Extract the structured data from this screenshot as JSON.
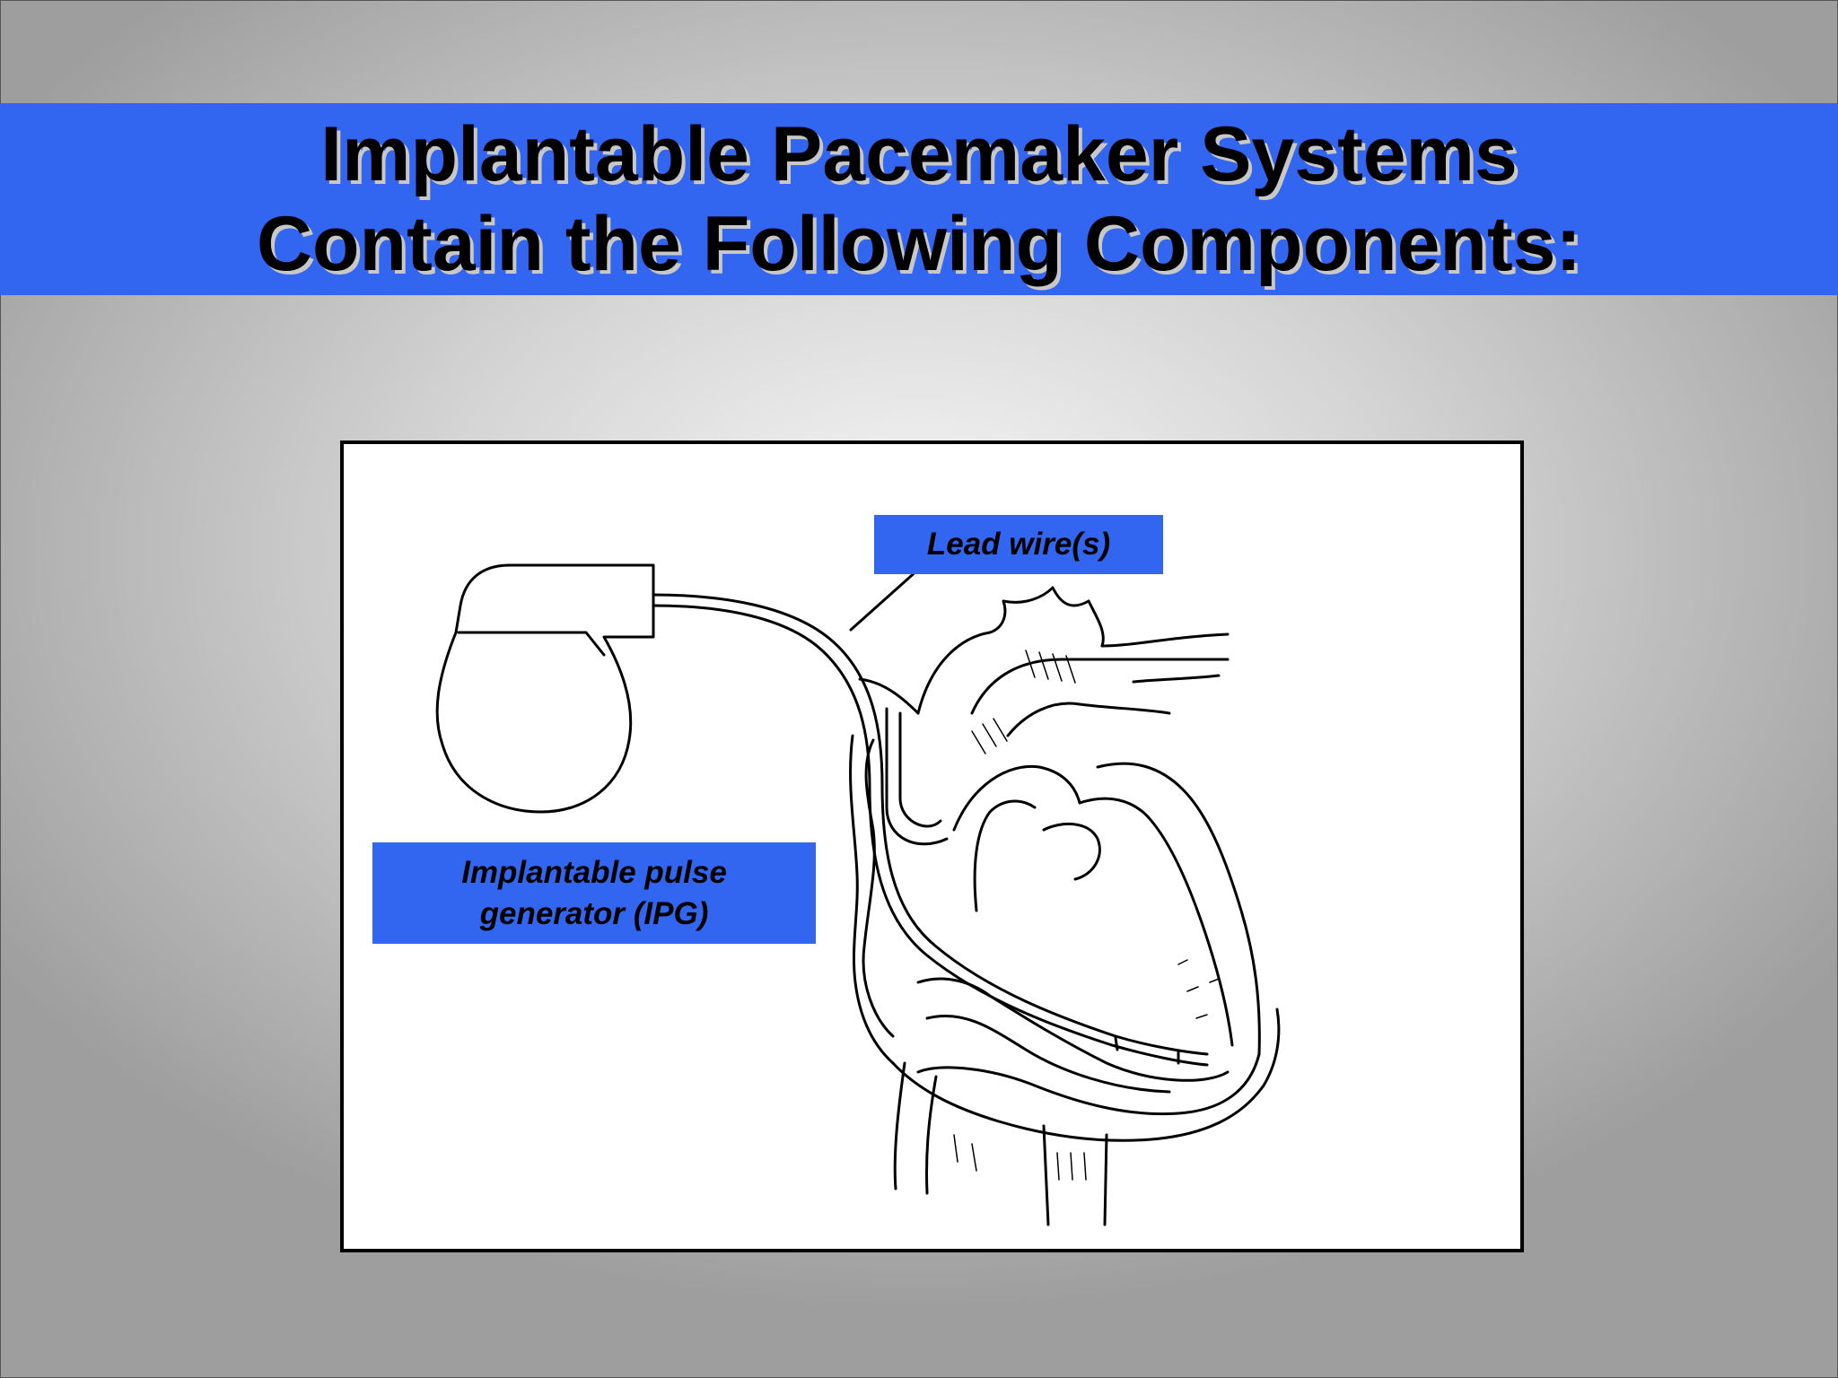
{
  "slide": {
    "title_line1": "Implantable Pacemaker Systems",
    "title_line2": "Contain the Following Components:",
    "accent_color": "#3366f0"
  },
  "figure": {
    "lead_label": "Lead wire(s)",
    "ipg_label": "Implantable pulse\ngenerator (IPG)",
    "illustration": "pacemaker-heart-line-drawing"
  }
}
